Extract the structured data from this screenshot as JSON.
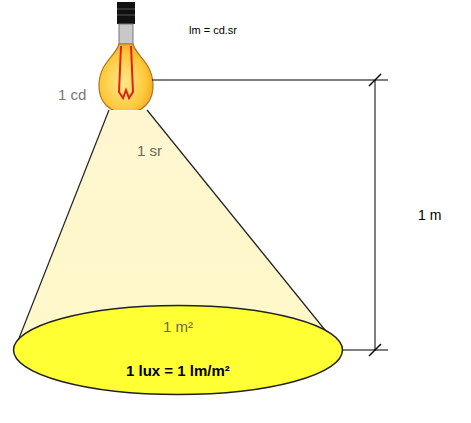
{
  "diagram": {
    "nodes": [
      {
        "text": [
          "1 sr"
        ]
      },
      {
        "text": [
          "1 m²",
          "1 lux = 1 lm/m²"
        ]
      }
    ],
    "labels": [
      "1 cd",
      "lm = cd.sr",
      "1 m"
    ]
  }
}
